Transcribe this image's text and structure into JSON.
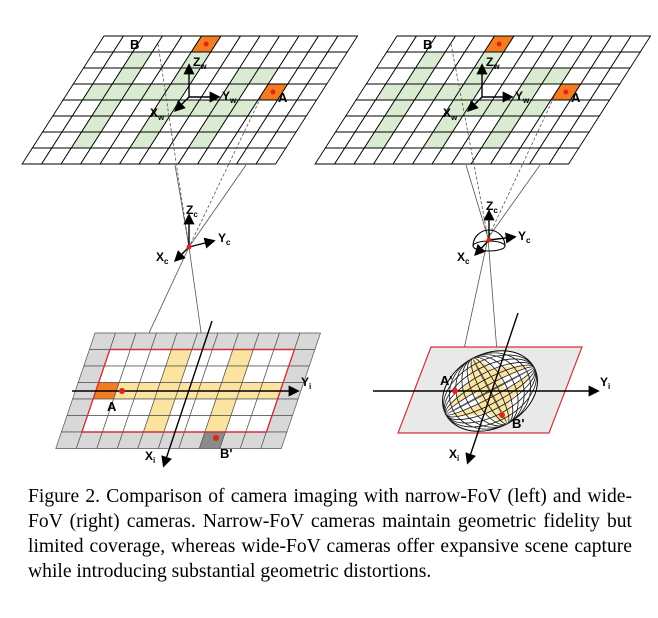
{
  "figure": {
    "world_axes": {
      "z": "Z",
      "z_sub": "w",
      "y": "Y",
      "y_sub": "w",
      "x": "X",
      "x_sub": "w"
    },
    "camera_axes": {
      "z": "Z",
      "z_sub": "c",
      "y": "Y",
      "y_sub": "c",
      "x": "X",
      "x_sub": "c"
    },
    "image_axes": {
      "y": "Y",
      "y_sub": "i",
      "x": "X",
      "x_sub": "i"
    },
    "points": {
      "a": "A",
      "b": "B",
      "a_img": "A",
      "b_img": "B'",
      "a_img_wide": "A'",
      "b_img_wide": "B'"
    },
    "colors": {
      "highlight_green": "#d9ecd2",
      "highlight_orange": "#f47b20",
      "highlight_yellow": "#fbe3a0",
      "frame_red": "#d0313a",
      "point_red": "#e2231a",
      "gray": "#d8d8d8"
    }
  },
  "caption": {
    "text": "Figure 2. Comparison of camera imaging with narrow-FoV (left) and wide-FoV (right) cameras. Narrow-FoV cameras maintain geometric fidelity but limited coverage, whereas wide-FoV cameras offer expansive scene capture while introducing substantial geometric distortions."
  }
}
